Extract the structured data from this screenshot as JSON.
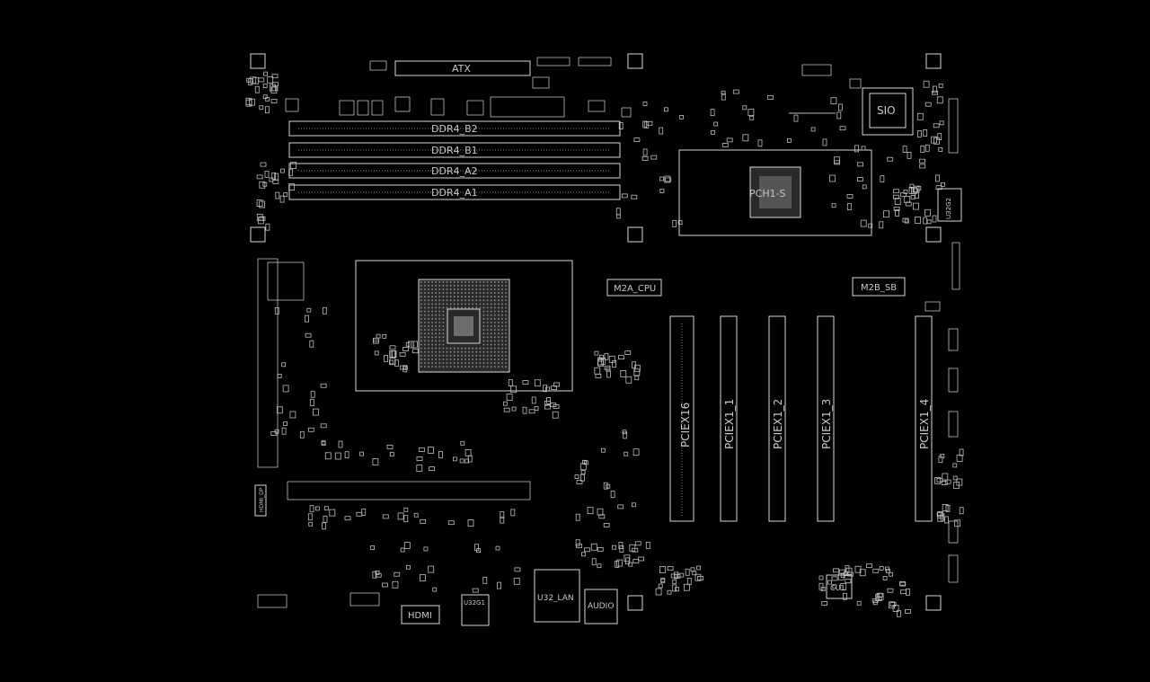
{
  "labels": {
    "atx": "ATX",
    "ddr4_b2": "DDR4_B2",
    "ddr4_b1": "DDR4_B1",
    "ddr4_a2": "DDR4_A2",
    "ddr4_a1": "DDR4_A1",
    "sio": "SIO",
    "pch": "PCH1-S",
    "m2a_cpu": "M2A_CPU",
    "m2b_sb": "M2B_SB",
    "pciex16": "PCIEX16",
    "pciex1_1": "PCIEX1_1",
    "pciex1_2": "PCIEX1_2",
    "pciex1_3": "PCIEX1_3",
    "pciex1_4": "PCIEX1_4",
    "hdmi": "HDMI",
    "usb_lan": "U32_LAN",
    "audio": "AUDIO",
    "cu1": "CU1",
    "u32g2": "U32G2",
    "u32g1": "U32G1",
    "hdmi_dp": "HDMI_DP"
  },
  "colors": {
    "background": "#000000",
    "outline": "#d8d8d8",
    "label": "#c8c8c8"
  }
}
